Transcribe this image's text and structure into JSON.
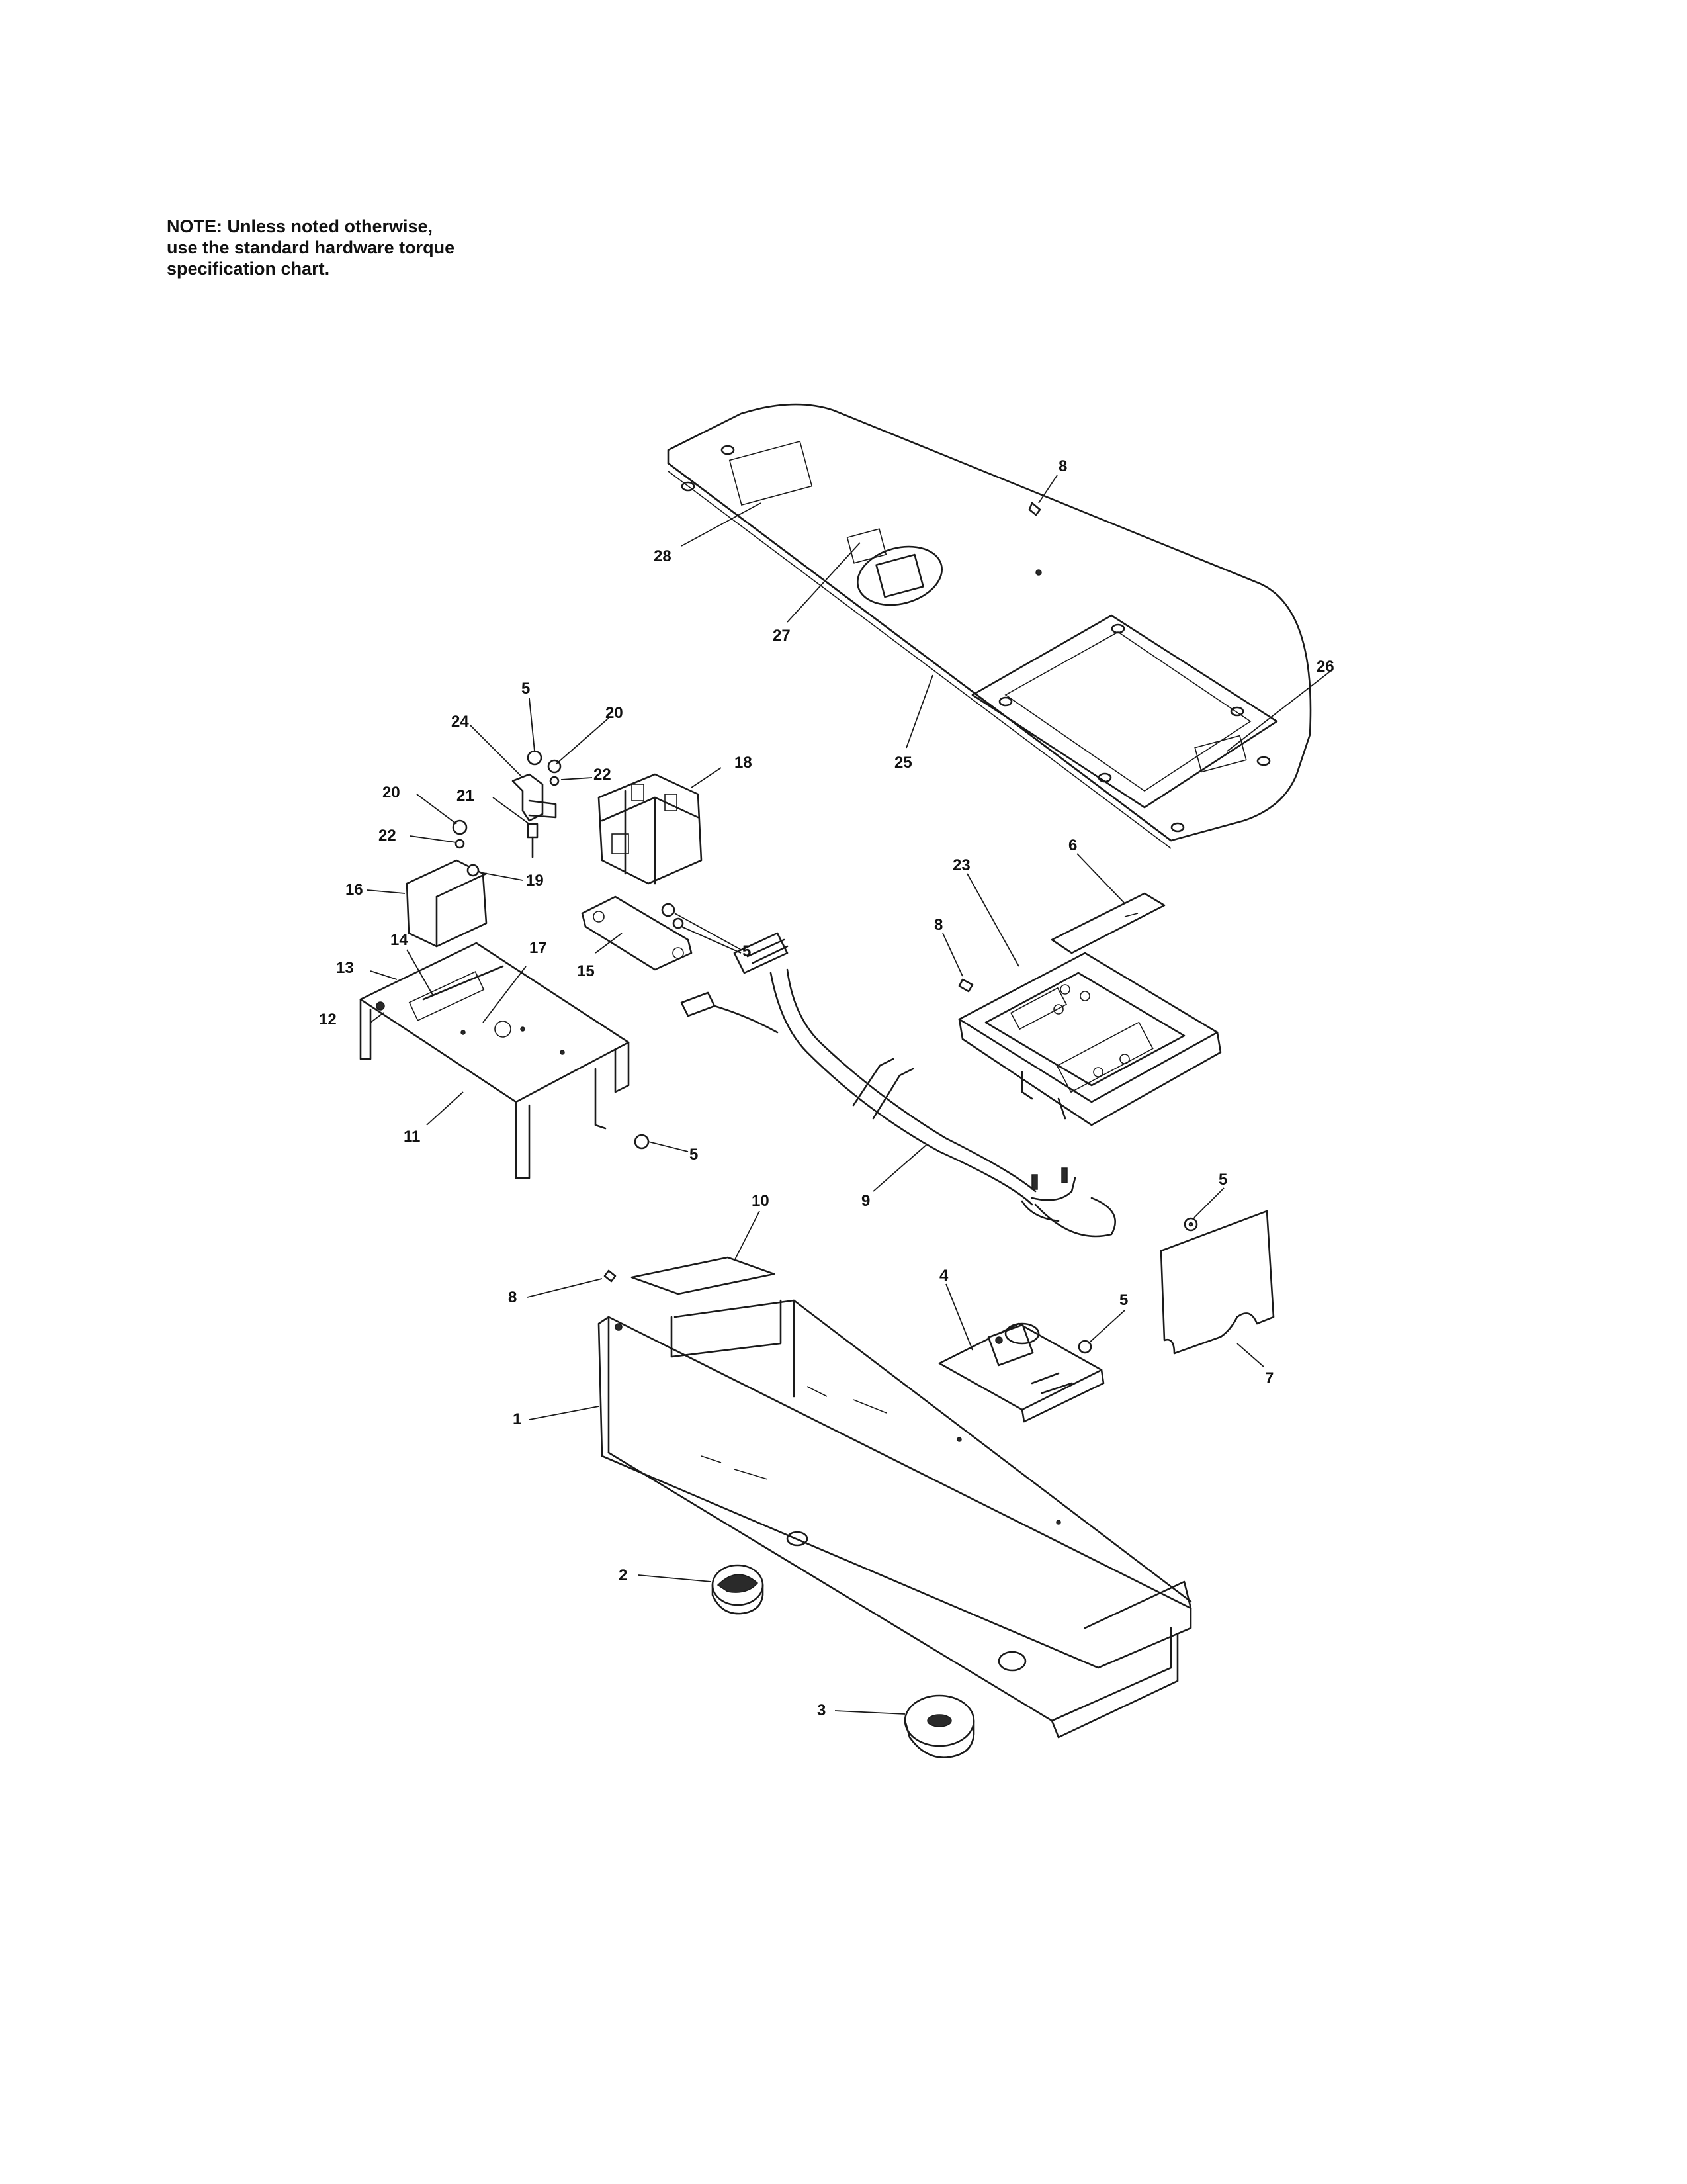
{
  "note": {
    "lines": [
      "NOTE: Unless noted otherwise,",
      "use the standard hardware torque",
      "specification chart."
    ]
  },
  "callouts": {
    "c1": "1",
    "c2": "2",
    "c3": "3",
    "c4": "4",
    "c5a": "5",
    "c5b": "5",
    "c5c": "5",
    "c5d": "5",
    "c5e": "5",
    "c6": "6",
    "c7": "7",
    "c8a": "8",
    "c8b": "8",
    "c8c": "8",
    "c9": "9",
    "c10": "10",
    "c11": "11",
    "c12": "12",
    "c13": "13",
    "c14": "14",
    "c15": "15",
    "c16": "16",
    "c17": "17",
    "c18": "18",
    "c19": "19",
    "c20a": "20",
    "c20b": "20",
    "c21": "21",
    "c22a": "22",
    "c22b": "22",
    "c23": "23",
    "c24": "24",
    "c25": "25",
    "c26": "26",
    "c27": "27",
    "c28": "28"
  }
}
